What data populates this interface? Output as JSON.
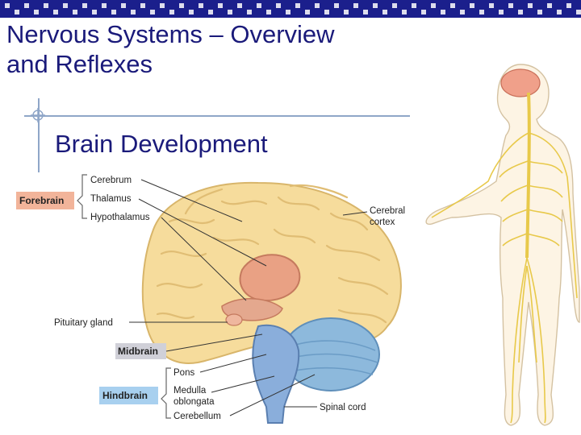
{
  "slide": {
    "title_line1": "Nervous Systems – Overview",
    "title_line2": "and Reflexes",
    "subtitle": "Brain Development"
  },
  "diagram": {
    "region_labels": {
      "forebrain": "Forebrain",
      "midbrain": "Midbrain",
      "hindbrain": "Hindbrain"
    },
    "part_labels": {
      "cerebrum": "Cerebrum",
      "thalamus": "Thalamus",
      "hypothalamus": "Hypothalamus",
      "cerebral_cortex_1": "Cerebral",
      "cerebral_cortex_2": "cortex",
      "pituitary_gland": "Pituitary gland",
      "pons": "Pons",
      "medulla_1": "Medulla",
      "medulla_2": "oblongata",
      "cerebellum": "Cerebellum",
      "spinal_cord": "Spinal cord"
    },
    "colors": {
      "forebrain_badge": "#f2b49a",
      "midbrain_badge": "#d0d0d8",
      "hindbrain_badge": "#a8d0ef",
      "cerebrum": "#f6dc9c",
      "cerebellum": "#8db9dc",
      "brainstem": "#8aaedb",
      "thalamus": "#e9a184",
      "nerves": "#e8c94a"
    }
  }
}
